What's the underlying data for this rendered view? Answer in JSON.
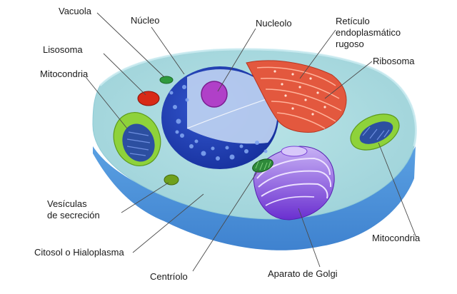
{
  "diagram": {
    "labels": {
      "vacuola": "Vacuola",
      "nucleo": "Núcleo",
      "nucleolo": "Nucleolo",
      "reticulo_1": "Retículo",
      "reticulo_2": "endoplasmático",
      "reticulo_3": "rugoso",
      "lisosoma": "Lisosoma",
      "ribosoma": "Ribosoma",
      "mitocondria_left": "Mitocondria",
      "mitocondria_right": "Mitocondria",
      "vesiculas_1": "Vesículas",
      "vesiculas_2": "de secreción",
      "citosol": "Citosol o Hialoplasma",
      "centriolo": "Centríolo",
      "golgi": "Aparato de Golgi"
    },
    "colors": {
      "cytosol_top": "#a9dbe0",
      "cytosol_side": "#4c8fd6",
      "membrane_rim": "#9fd3ee",
      "nucleus_outer": "#1f3fb8",
      "nucleus_inner": "#b9cff0",
      "nucleolus": "#b040c8",
      "rer": "#e3583e",
      "golgi": "#8a4fe0",
      "mitochondria_outer": "#8ed23a",
      "mitochondria_inner": "#2c4fa0",
      "lysosome": "#d82a16",
      "vacuole": "#2f9a3e",
      "vesicle": "#6fa01c",
      "centriole": "#2e8a3a"
    }
  }
}
